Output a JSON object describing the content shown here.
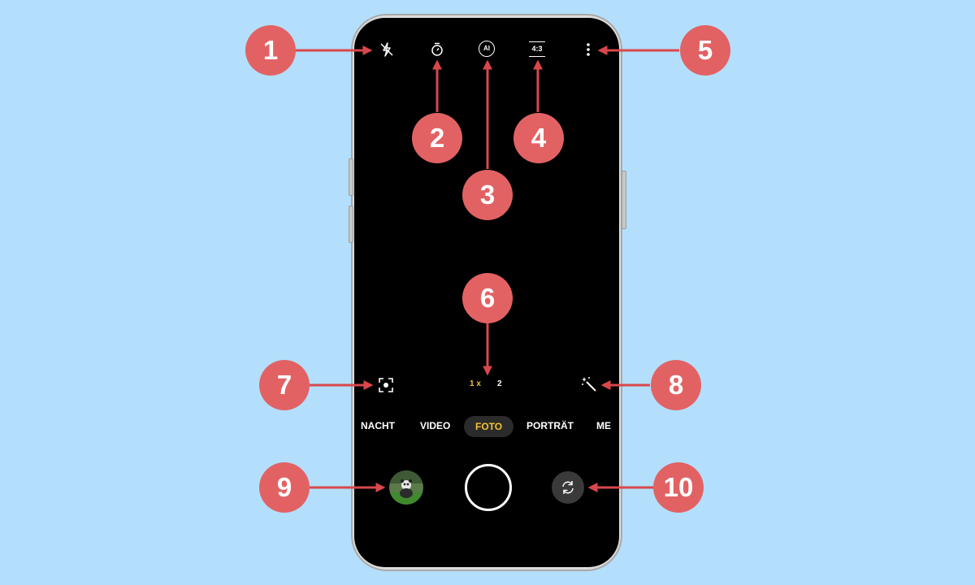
{
  "top_bar": {
    "flash_icon": "flash-off-icon",
    "timer_icon": "timer-icon",
    "ai_label": "AI",
    "ratio_label": "4:3",
    "more_icon": "more-vertical-icon"
  },
  "zoom": {
    "current": "1 x",
    "alt": "2"
  },
  "modes": [
    "NACHT",
    "VIDEO",
    "FOTO",
    "PORTRÄT",
    "ME"
  ],
  "active_mode": "FOTO",
  "annotations": [
    "1",
    "2",
    "3",
    "4",
    "5",
    "6",
    "7",
    "8",
    "9",
    "10"
  ],
  "colors": {
    "background": "#b3dffc",
    "badge": "#e26264",
    "active_mode": "#f6c232",
    "arrow": "#d9474b"
  }
}
